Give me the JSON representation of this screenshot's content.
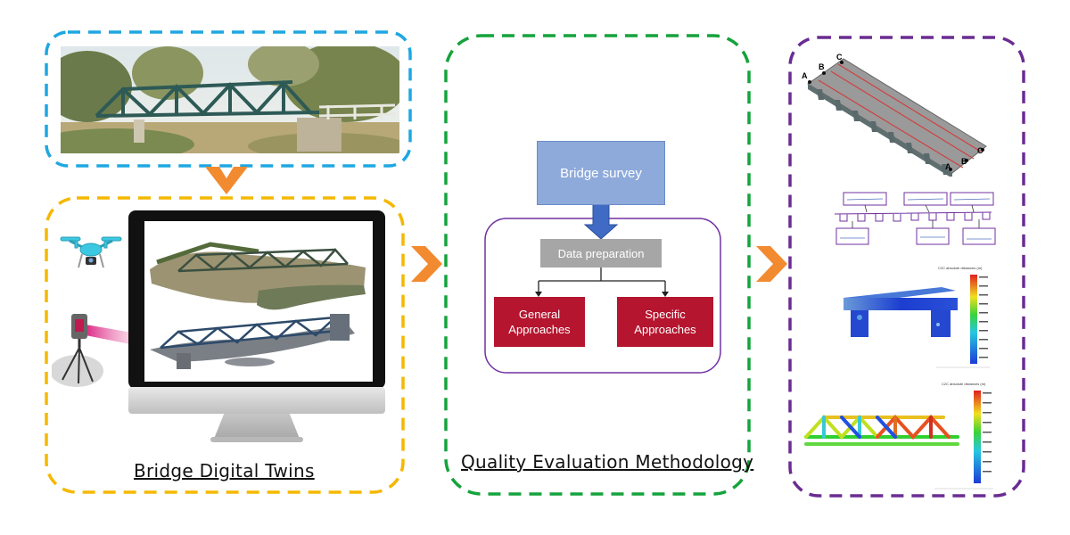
{
  "captions": {
    "digital_twins": "Bridge Digital Twins",
    "methodology": "Quality Evaluation Methodology"
  },
  "flowchart": {
    "survey": "Bridge survey",
    "data_preparation": "Data preparation",
    "general_line1": "General",
    "general_line2": "Approaches",
    "specific_line1": "Specific",
    "specific_line2": "Approaches"
  },
  "results": {
    "point_labels": [
      "A",
      "B",
      "C",
      "A",
      "B",
      "C"
    ],
    "colorbar_title": "C2C absolute distances (m)"
  },
  "colors": {
    "photo_border": "#1ea7e1",
    "twins_border": "#f5b800",
    "method_border": "#14a33c",
    "results_border": "#6a2c91",
    "arrow": "#f28a30",
    "survey_fill": "#8eaadb",
    "survey_arrow": "#3f6bc4",
    "prep_fill": "#a6a6a6",
    "approach_fill": "#b5152e",
    "inner_frame": "#7030a0"
  },
  "icons": [
    "drone-icon",
    "laser-scanner-icon",
    "monitor-icon"
  ]
}
